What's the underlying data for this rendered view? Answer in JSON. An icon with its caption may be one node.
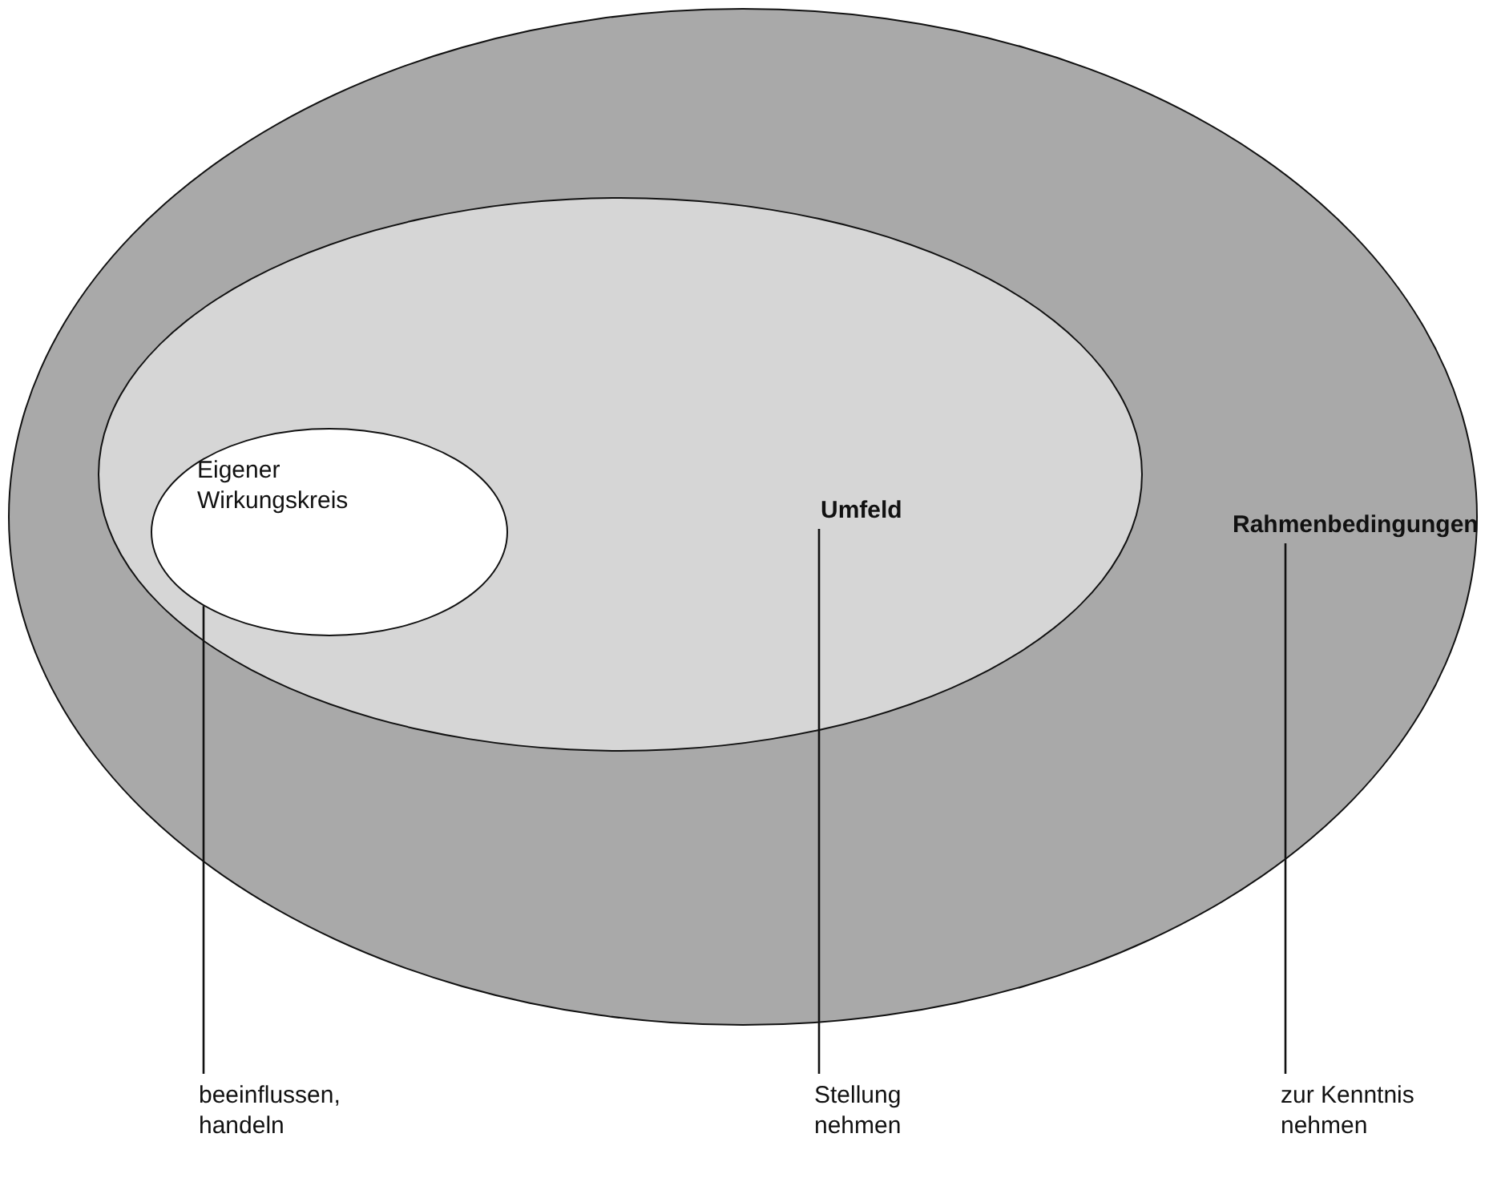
{
  "diagram": {
    "nodes": [
      {
        "text": [
          "Rahmenbedingungen"
        ]
      },
      {
        "text": [
          "Umfeld"
        ],
        "in": 0
      },
      {
        "text": [
          "Eigener Wirkungskreis"
        ],
        "in": 1
      },
      {
        "text": [
          "beeinflussen, handeln"
        ]
      },
      {
        "text": [
          "Stellung nehmen"
        ]
      },
      {
        "text": [
          "zur Kenntnis nehmen"
        ]
      }
    ],
    "edges": [
      {
        "from": 3,
        "to": 2,
        "arrow": "none"
      },
      {
        "from": 4,
        "to": 1,
        "arrow": "none"
      },
      {
        "from": 5,
        "to": 0,
        "arrow": "none"
      }
    ]
  }
}
